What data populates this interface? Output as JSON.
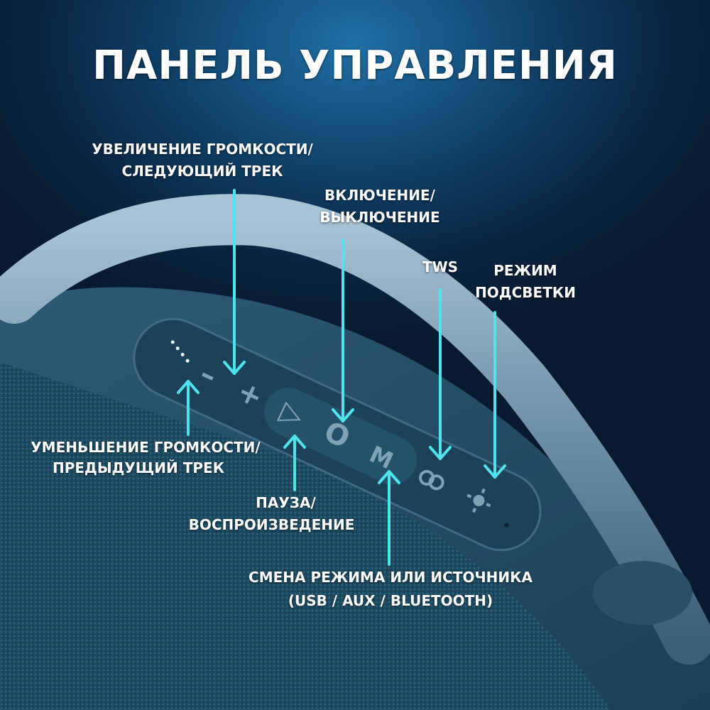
{
  "title": "ПАНЕЛЬ УПРАВЛЕНИЯ",
  "labels": {
    "volume_up": [
      "УВЕЛИЧЕНИЕ ГРОМКОСТИ/",
      "СЛЕДУЮЩИЙ ТРЕК"
    ],
    "power": [
      "ВКЛЮЧЕНИЕ/",
      "ВЫКЛЮЧЕНИЕ"
    ],
    "tws": [
      "TWS"
    ],
    "light_mode": [
      "РЕЖИМ",
      "ПОДСВЕТКИ"
    ],
    "volume_down": [
      "УМЕНЬШЕНИЕ ГРОМКОСТИ/",
      "ПРЕДЫДУЩИЙ ТРЕК"
    ],
    "play_pause": [
      "ПАУЗА/",
      "ВОСПРОИЗВЕДЕНИЕ"
    ],
    "mode": [
      "СМЕНА РЕЖИМА ИЛИ ИСТОЧНИКА",
      "(USB / AUX / BLUETOOTH)"
    ]
  },
  "buttons": {
    "minus": "–",
    "plus": "+",
    "play": "▷",
    "power": "O",
    "mode": "M"
  },
  "colors": {
    "accent": "#4fe3ec",
    "text": "#ffffff"
  }
}
